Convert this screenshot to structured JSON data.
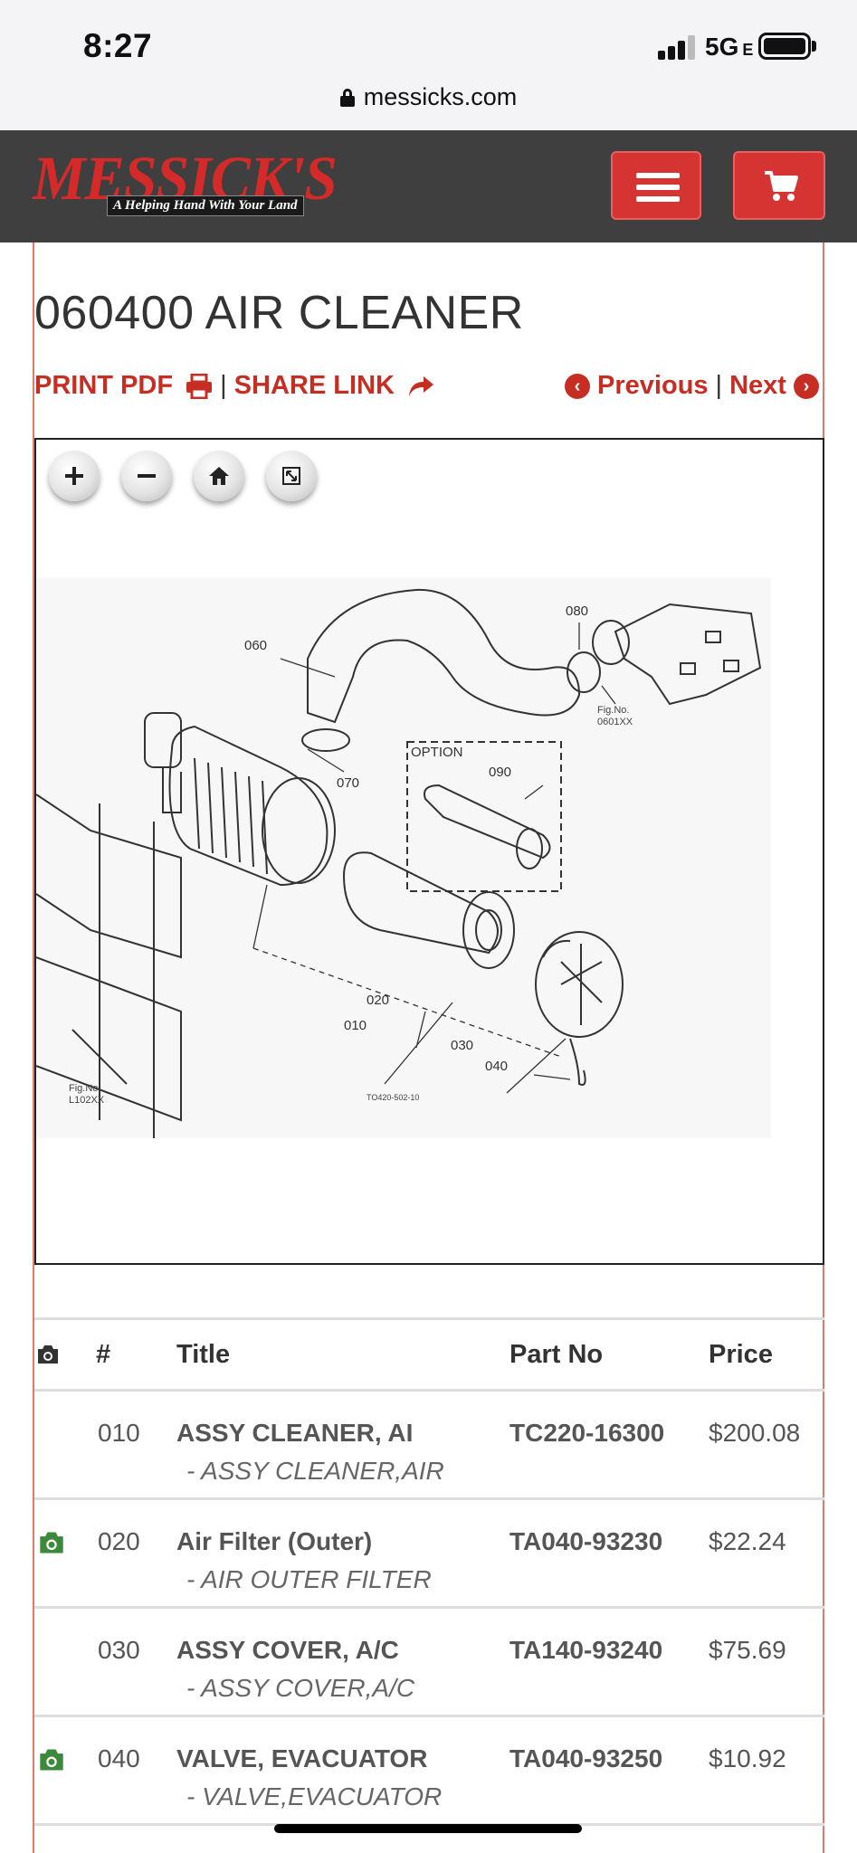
{
  "status_bar": {
    "time": "8:27",
    "network": "5G",
    "network_suffix": "E"
  },
  "browser": {
    "url": "messicks.com"
  },
  "header": {
    "logo_text": "MESSICK'S",
    "tagline": "A Helping Hand With Your Land",
    "brand_color": "#d42a2a",
    "menu_icon": "hamburger-icon",
    "cart_icon": "shopping-cart-icon"
  },
  "page": {
    "title": "060400 AIR CLEANER",
    "print_pdf": "PRINT PDF",
    "separator": "|",
    "share_link": "SHARE LINK",
    "previous": "Previous",
    "next": "Next"
  },
  "viewer": {
    "controls": [
      "zoom-in",
      "zoom-out",
      "home",
      "fullscreen"
    ],
    "diagram_labels": {
      "l060": "060",
      "l080": "080",
      "l070": "070",
      "option": "OPTION",
      "l090": "090",
      "l020": "020",
      "l010": "010",
      "l030": "030",
      "l040": "040",
      "fig1a": "Fig.No.",
      "fig1b": "0601XX",
      "fig2a": "Fig.No.",
      "fig2b": "L102XX",
      "code": "TO420-502-10"
    }
  },
  "table": {
    "headers": {
      "num": "#",
      "title": "Title",
      "part_no": "Part No",
      "price": "Price"
    },
    "rows": [
      {
        "num": "010",
        "title": "ASSY CLEANER, AI",
        "subtitle": "- ASSY CLEANER,AIR",
        "part_no": "TC220-16300",
        "price": "$200.08",
        "has_photo": false
      },
      {
        "num": "020",
        "title": "Air Filter (Outer)",
        "subtitle": "- AIR OUTER FILTER",
        "part_no": "TA040-93230",
        "price": "$22.24",
        "has_photo": true
      },
      {
        "num": "030",
        "title": "ASSY COVER, A/C",
        "subtitle": "- ASSY COVER,A/C",
        "part_no": "TA140-93240",
        "price": "$75.69",
        "has_photo": false
      },
      {
        "num": "040",
        "title": "VALVE, EVACUATOR",
        "subtitle": "- VALVE,EVACUATOR",
        "part_no": "TA040-93250",
        "price": "$10.92",
        "has_photo": true
      }
    ]
  }
}
